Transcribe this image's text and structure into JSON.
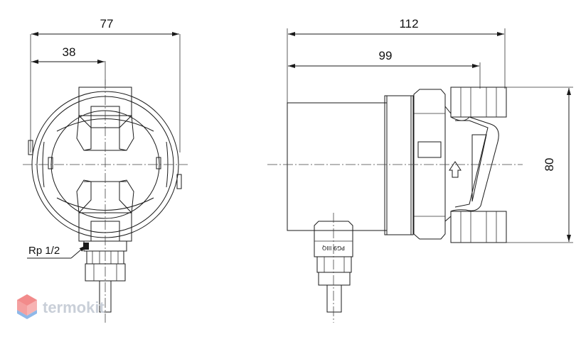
{
  "dimensions": {
    "left_width": "77",
    "left_offset": "38",
    "right_length": "112",
    "right_body": "99",
    "right_height": "80"
  },
  "labels": {
    "thread": "Rp 1/2",
    "cable_gland": "PG9 IIIQ"
  },
  "watermark": {
    "text": "termokit"
  },
  "colors": {
    "line": "#1a1a1a",
    "logo_red": "#f28b8b",
    "logo_blue": "#8fb8e8",
    "logo_text": "#c9cfd8"
  }
}
